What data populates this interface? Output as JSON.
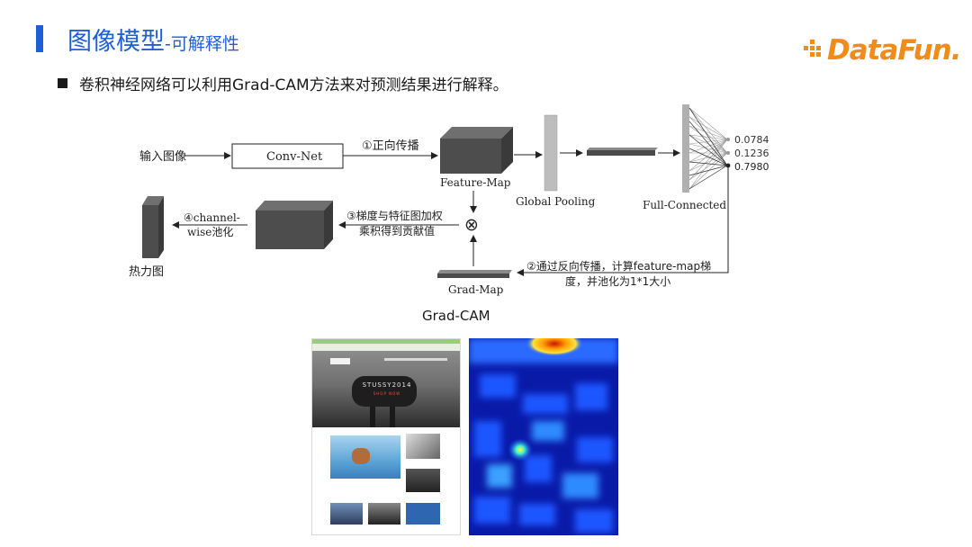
{
  "slide": {
    "title_main": "图像模型",
    "title_sub": "-可解释性",
    "logo_text": "DataFun.",
    "bullet": "卷积神经网络可以利用Grad-CAM方法来对预测结果进行解释。"
  },
  "diagram": {
    "input_label": "输入图像",
    "convnet_label": "Conv-Net",
    "forward_label": "①正向传播",
    "feature_map_label": "Feature-Map",
    "global_pooling_label": "Global Pooling",
    "full_connected_label": "Full-Connected",
    "outputs": [
      "0.0784",
      "0.1236",
      "0.7980"
    ],
    "step3_line1": "③梯度与特征图加权",
    "step3_line2": "乘积得到贡献值",
    "step4_line1": "④channel-",
    "step4_line2": "wise池化",
    "heatmap_label": "热力图",
    "step2_line1": "②通过反向传播，计算feature-map梯",
    "step2_line2": "度，并池化为1*1大小",
    "grad_map_label": "Grad-Map",
    "multiply_symbol": "⊗"
  },
  "figure": {
    "caption": "Grad-CAM",
    "webpage_banner": "STUSSY2014",
    "webpage_sub": "SHOP NOW"
  },
  "colors": {
    "accent": "#1f5fd6",
    "logo": "#f08c1a",
    "block_dark": "#4a4a4a",
    "block_gray": "#b8b8b8"
  }
}
